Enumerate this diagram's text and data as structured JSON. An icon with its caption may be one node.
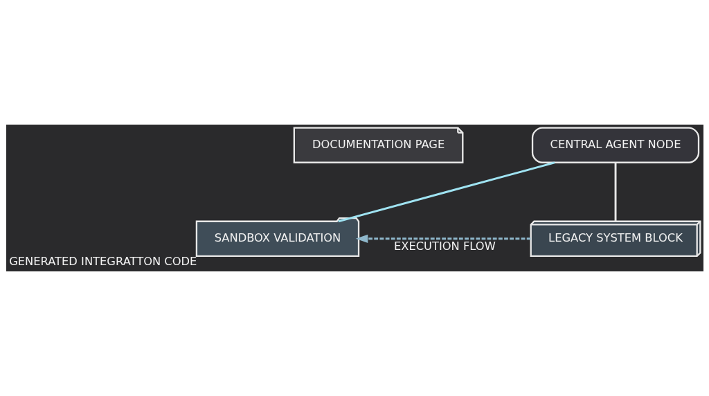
{
  "diagram": {
    "nodes": [
      {
        "text": [
          "DOCUMENTATION PAGE"
        ]
      },
      {
        "text": [
          "CENTRAL AGENT NODE"
        ]
      },
      {
        "text": [
          "LEGACY SYSTEM BLOCK"
        ]
      },
      {
        "text": [
          "SANDBOX VALIDATION"
        ],
        "beside": [
          "GENERATED INTEGRATTON CODE"
        ]
      }
    ],
    "edges": [
      {
        "from": 2,
        "to": 1,
        "arrow": "none"
      },
      {
        "from": 1,
        "to": 3,
        "arrow": "none",
        "color": "#9fe3f2"
      },
      {
        "from": 2,
        "to": 3,
        "arrow": "to",
        "label": "EXECUTION FLOW",
        "style": "dashed",
        "color": "#8fb8cc"
      }
    ]
  }
}
